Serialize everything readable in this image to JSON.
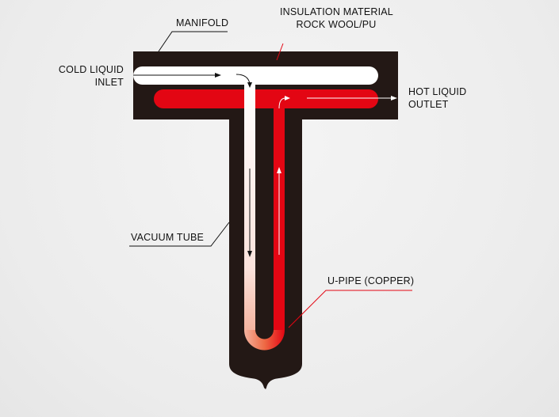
{
  "labels": {
    "manifold": "MANIFOLD",
    "insulation_line1": "INSULATION MATERIAL",
    "insulation_line2": "ROCK WOOL/PU",
    "cold_inlet_line1": "COLD LIQUID",
    "cold_inlet_line2": "INLET",
    "hot_outlet_line1": "HOT LIQUID",
    "hot_outlet_line2": "OUTLET",
    "vacuum_tube": "VACUUM TUBE",
    "u_pipe": "U-PIPE (COPPER)"
  },
  "colors": {
    "body": "#231815",
    "cold_pipe": "#ffffff",
    "hot_pipe": "#e30613",
    "leader_line": "#111111",
    "hot_leader_line": "#e30613",
    "background": "#ececec"
  }
}
